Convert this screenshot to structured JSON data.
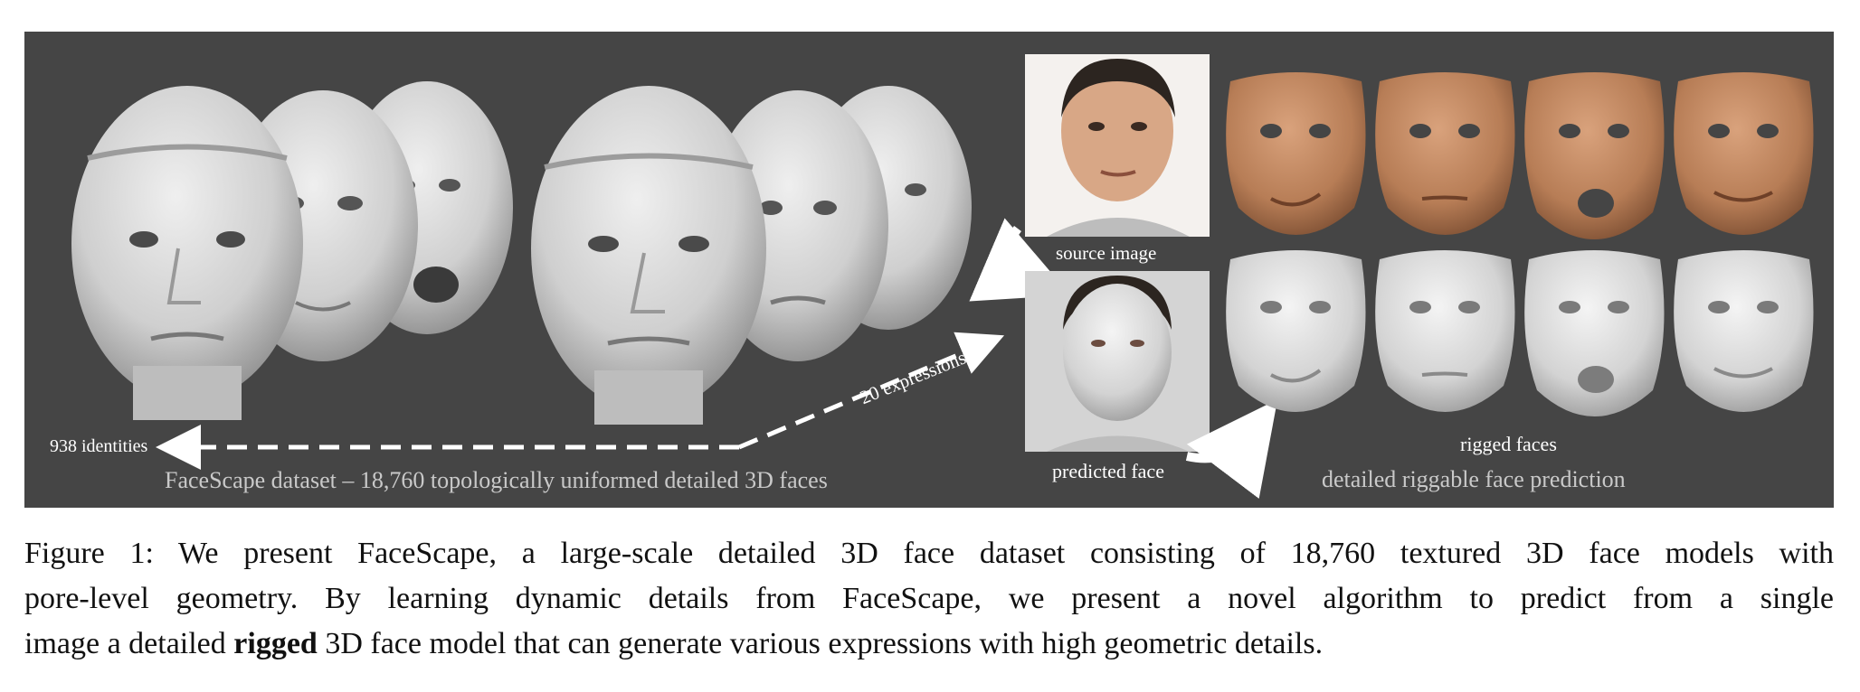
{
  "figure": {
    "labels": {
      "identities": "938 identities",
      "expressions": "20 expressions",
      "dataset_caption": "FaceScape dataset – 18,760 topologically uniformed detailed 3D faces",
      "source_image": "source image",
      "predicted_face": "predicted face",
      "rigged_faces": "rigged faces",
      "prediction_caption": "detailed riggable face prediction"
    },
    "colors": {
      "panel_background": "#454545",
      "scan_gray": "#d6d6d6",
      "skin_tone": "#b9805a",
      "photo_background": "#f4f1ee"
    }
  },
  "caption": {
    "line1": "Figure 1: We present FaceScape, a large-scale detailed 3D face dataset consisting of 18,760 textured 3D face models with",
    "line2": "pore-level geometry.  By learning dynamic details from FaceScape, we present a novel algorithm to predict from a single",
    "line3_pre": "image a detailed ",
    "line3_bold": "rigged",
    "line3_post": " 3D face model that can generate various expressions with high geometric details."
  }
}
